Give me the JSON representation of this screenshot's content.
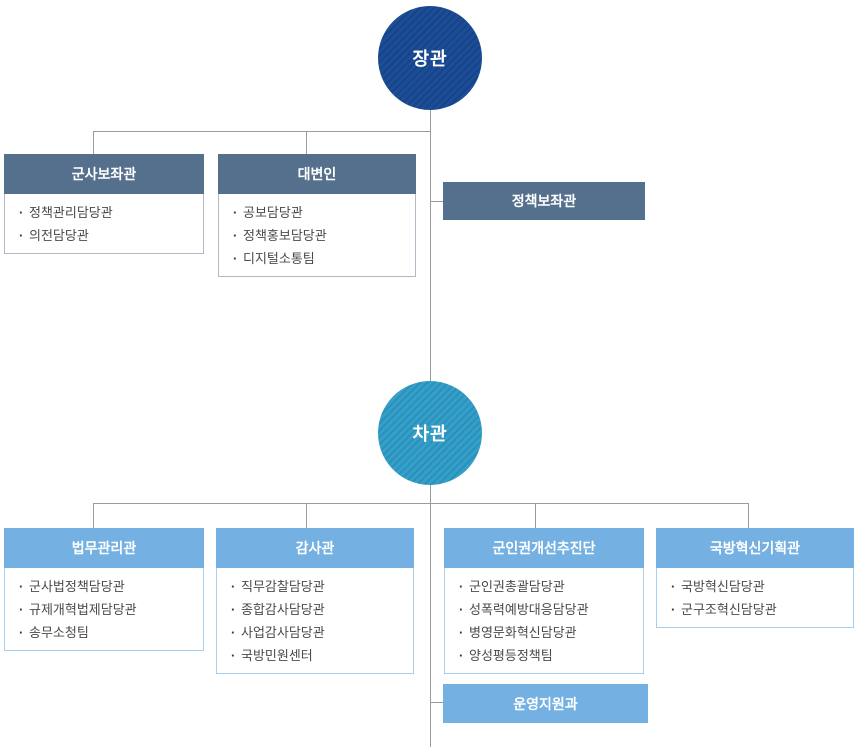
{
  "org": {
    "minister": "장관",
    "vice_minister": "차관",
    "top_groups": [
      {
        "title": "군사보좌관",
        "items": [
          "정책관리담당관",
          "의전담당관"
        ]
      },
      {
        "title": "대변인",
        "items": [
          "공보담당관",
          "정책홍보담당관",
          "디지털소통팀"
        ]
      },
      {
        "title": "정책보좌관",
        "items": []
      }
    ],
    "bottom_groups": [
      {
        "title": "법무관리관",
        "items": [
          "군사법정책담당관",
          "규제개혁법제담당관",
          "송무소청팀"
        ]
      },
      {
        "title": "감사관",
        "items": [
          "직무감찰담당관",
          "종합감사담당관",
          "사업감사담당관",
          "국방민원센터"
        ]
      },
      {
        "title": "군인권개선추진단",
        "items": [
          "군인권총괄담당관",
          "성폭력예방대응담당관",
          "병영문화혁신담당관",
          "양성평등정책팀"
        ]
      },
      {
        "title": "국방혁신기획관",
        "items": [
          "국방혁신담당관",
          "군구조혁신담당관"
        ]
      },
      {
        "title": "운영지원과",
        "items": []
      }
    ],
    "colors": {
      "minister_circle": "#1b4d98",
      "vice_minister_circle": "#33a0cb",
      "top_header": "#54708c",
      "bottom_header": "#74b1e2",
      "top_box_border": "#afbac5",
      "bottom_box_border": "#a9cfee",
      "connector_line": "#9b9b9b",
      "item_text": "#4a4a4a"
    }
  }
}
